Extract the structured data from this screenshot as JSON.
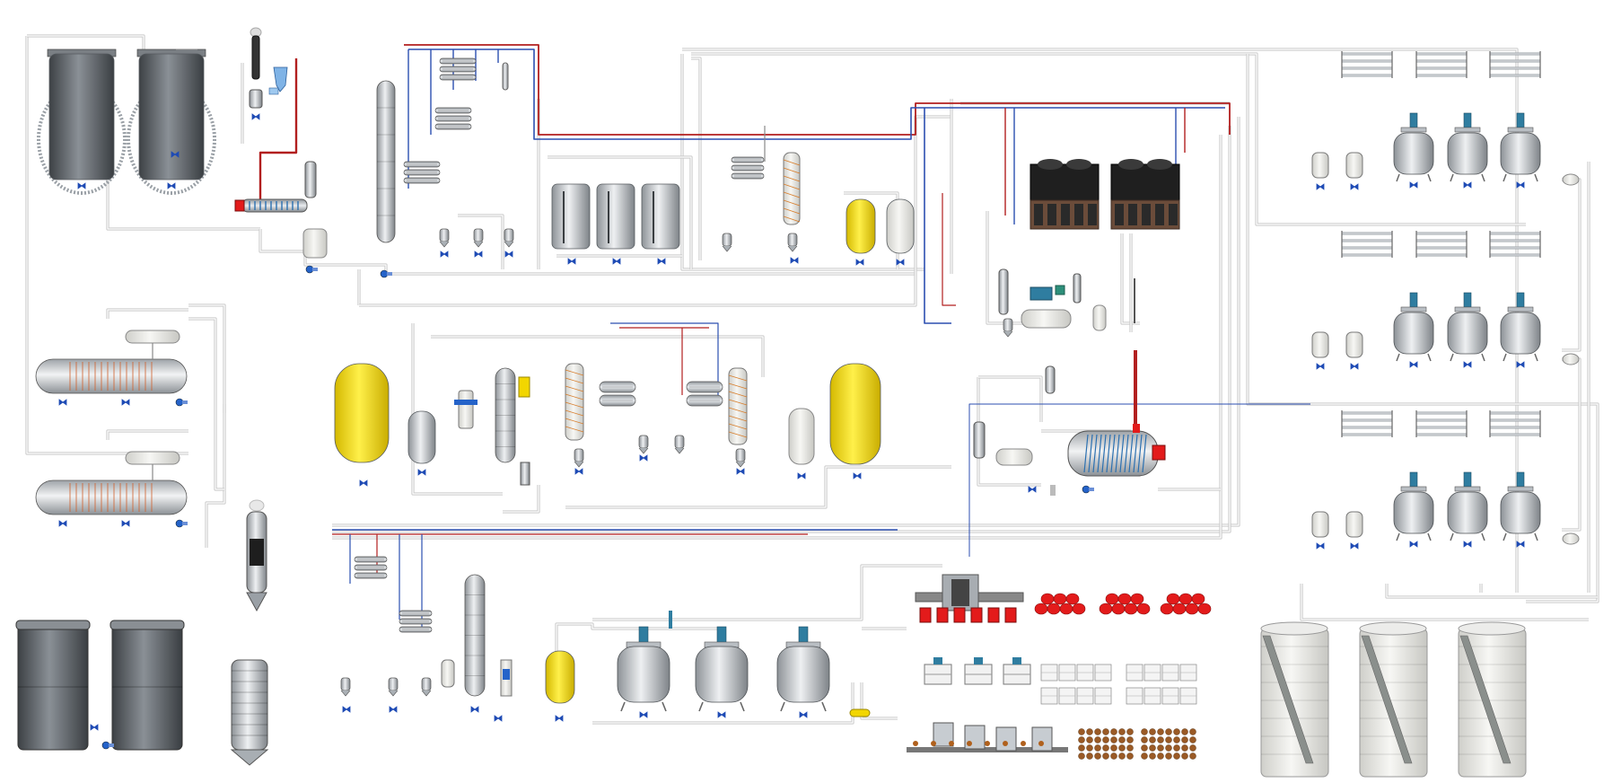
{
  "diagram": {
    "type": "process-flow-diagram",
    "labels": [],
    "colors": {
      "background": "#ffffff",
      "pipe": "#c9c9c9",
      "pipe_dark": "#8a8a8a",
      "hot_line": "#b21f1f",
      "cold_line": "#2c4fb0",
      "tank_dark": "#5f6368",
      "tank_steel": "#b9bec3",
      "tank_white": "#e8e8e4",
      "tank_yellow": "#f2d600",
      "valve": "#1f4bb5",
      "pump": "#2563c9",
      "reactor_motor": "#2f7da0",
      "red_product": "#e31b1b",
      "tower_dark": "#2b2b2b"
    },
    "areas": [
      {
        "id": "feed-storage"
      },
      {
        "id": "distillation-1"
      },
      {
        "id": "intermediate-storage"
      },
      {
        "id": "stripping-unit"
      },
      {
        "id": "cooling-towers"
      },
      {
        "id": "heat-recovery"
      },
      {
        "id": "horizontal-vessels"
      },
      {
        "id": "distillation-2"
      },
      {
        "id": "boiler"
      },
      {
        "id": "distillation-3"
      },
      {
        "id": "reactors"
      },
      {
        "id": "filling-packaging"
      },
      {
        "id": "reactor-trains"
      },
      {
        "id": "product-storage"
      }
    ]
  }
}
